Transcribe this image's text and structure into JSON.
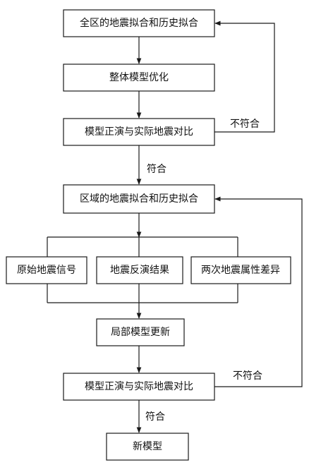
{
  "diagram": {
    "nodes": {
      "n1": "全区的地震拟合和历史拟合",
      "n2": "整体模型优化",
      "n3": "模型正演与实际地震对比",
      "n4": "区域的地震拟合和历史拟合",
      "n5": "原始地震信号",
      "n6": "地震反演结果",
      "n7": "两次地震属性差异",
      "n8": "局部模型更新",
      "n9": "模型正演与实际地震对比",
      "n10": "新模型"
    },
    "edge_labels": {
      "no_match_1": "不符合",
      "match_1": "符合",
      "no_match_2": "不符合",
      "match_2": "符合"
    }
  },
  "colors": {
    "line": "#1a1a1a",
    "text": "#111111",
    "background": "#ffffff"
  }
}
